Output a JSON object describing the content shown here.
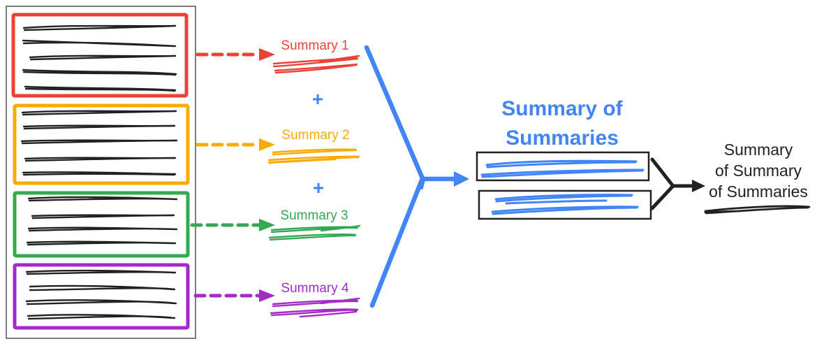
{
  "palette": {
    "red": "#EA4335",
    "yellow": "#F9AB00",
    "green": "#34A853",
    "purple": "#A32CC6",
    "blue": "#4285F4",
    "ink": "#212121",
    "frame": "#7d7d7d"
  },
  "documents_panel": {
    "sections": [
      {
        "name": "document-1",
        "color": "red",
        "text_line_count": 5
      },
      {
        "name": "document-2",
        "color": "yellow",
        "text_line_count": 5
      },
      {
        "name": "document-3",
        "color": "green",
        "text_line_count": 4
      },
      {
        "name": "document-4",
        "color": "purple",
        "text_line_count": 4
      }
    ]
  },
  "summary_labels": [
    {
      "label": "Summary 1",
      "color": "red"
    },
    {
      "label": "Summary 2",
      "color": "yellow"
    },
    {
      "label": "Summary 3",
      "color": "green"
    },
    {
      "label": "Summary 4",
      "color": "purple"
    }
  ],
  "plus_sign": "+",
  "merge_title": {
    "lines": [
      "Summary of",
      "Summaries"
    ]
  },
  "final_label": {
    "lines": [
      "Summary",
      "of Summary",
      "of Summaries"
    ]
  }
}
